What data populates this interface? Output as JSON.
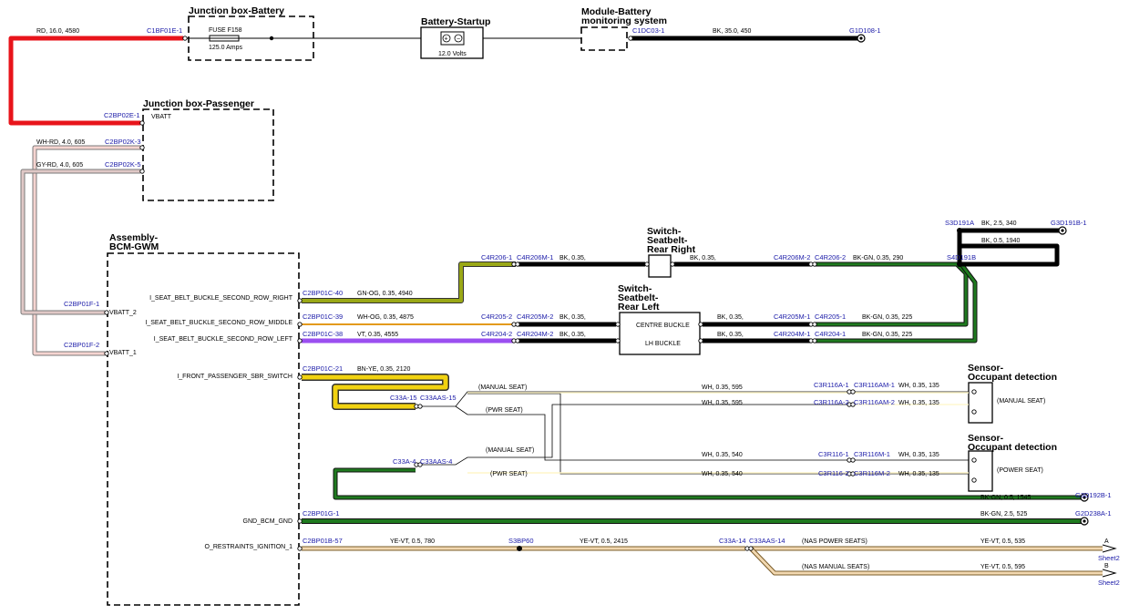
{
  "components": {
    "jb_battery": "Junction box-Battery",
    "battery": "Battery-Startup",
    "bms_1": "Module-Battery",
    "bms_2": "monitoring system",
    "jb_passenger": "Junction box-Passenger",
    "bcm_1": "Assembly-",
    "bcm_2": "BCM-GWM",
    "sw_rr_1": "Switch-",
    "sw_rr_2": "Seatbelt-",
    "sw_rr_3": "Rear Right",
    "sw_rl_1": "Switch-",
    "sw_rl_2": "Seatbelt-",
    "sw_rl_3": "Rear Left",
    "occ1_1": "Sensor-",
    "occ1_2": "Occupant detection",
    "occ2_1": "Sensor-",
    "occ2_2": "Occupant detection"
  },
  "internal": {
    "fuse_name": "FUSE F158",
    "fuse_rating": "125.0 Amps",
    "battery_volts": "12.0 Volts",
    "vbatt": "VBATT",
    "vbatt_2": "VBATT_2",
    "vbatt_1": "VBATT_1",
    "centre_buckle": "CENTRE BUCKLE",
    "lh_buckle": "LH BUCKLE",
    "manual_seat": "(MANUAL SEAT)",
    "power_seat": "(POWER SEAT)"
  },
  "bcm_pins": {
    "second_right": "I_SEAT_BELT_BUCKLE_SECOND_ROW_RIGHT",
    "second_middle": "I_SEAT_BELT_BUCKLE_SECOND_ROW_MIDDLE",
    "second_left": "I_SEAT_BELT_BUCKLE_SECOND_ROW_LEFT",
    "front_pass": "I_FRONT_PASSENGER_SBR_SWITCH",
    "gnd": "GND_BCM_GND",
    "ign": "O_RESTRAINTS_IGNITION_1"
  },
  "connectors": {
    "c1bf01e": "C1BF01E-1",
    "c1dc03": "C1DC03-1",
    "g1d108": "G1D108-1",
    "c2bp02e": "C2BP02E-1",
    "c2bp02k3": "C2BP02K-3",
    "c2bp02k5": "C2BP02K-5",
    "c2bp01f1": "C2BP01F-1",
    "c2bp01f2": "C2BP01F-2",
    "c2bp01c40": "C2BP01C-40",
    "c2bp01c39": "C2BP01C-39",
    "c2bp01c38": "C2BP01C-38",
    "c2bp01c21": "C2BP01C-21",
    "c2bp01g1": "C2BP01G-1",
    "c2bp01b57": "C2BP01B-57",
    "c4r206_1": "C4R206-1",
    "c4r206m_1": "C4R206M-1",
    "c4r206m_2": "C4R206M-2",
    "c4r206_2": "C4R206-2",
    "c4r205_2": "C4R205-2",
    "c4r205m_2": "C4R205M-2",
    "c4r205m_1": "C4R205M-1",
    "c4r205_1": "C4R205-1",
    "c4r204_2": "C4R204-2",
    "c4r204m_2": "C4R204M-2",
    "c4r204m_1": "C4R204M-1",
    "c4r204_1": "C4R204-1",
    "s3d191a": "S3D191A",
    "g3d191b": "G3D191B-1",
    "s4d191b": "S4D191B",
    "c33a15": "C33A-15",
    "c33aas15": "C33AAS-15",
    "c33a4": "C33A-4",
    "c33aas4": "C33AAS-4",
    "c3r116a1": "C3R116A-1",
    "c3r116am1": "C3R116AM-1",
    "c3r116a2": "C3R116A-2",
    "c3r116am2": "C3R116AM-2",
    "c3r116_1": "C3R116-1",
    "c3r116m_1": "C3R116M-1",
    "c3r116_2": "C3R116-2",
    "c3r116m_2": "C3R116M-2",
    "g3d192b": "G3D192B-1",
    "g2d238a": "G2D238A-1",
    "s3bp60": "S3BP60",
    "c33a14": "C33A-14",
    "c33aas14": "C33AAS-14"
  },
  "wires": {
    "rd_16": "RD,  16.0,  4580",
    "bk_35": "BK,  35.0,  450",
    "wh_rd": "WH-RD,  4.0,  605",
    "gy_rd": "GY-RD,  4.0,  605",
    "gn_og": "GN-OG,  0.35,  4940",
    "wh_og": "WH-OG,  0.35,  4875",
    "vt": "VT,  0.35,  4555",
    "bk_035_a": "BK,  0.35,",
    "bk_035_b": "BK,  0.35,",
    "bk_035_c": "BK,  0.35,",
    "bk_035_d": "BK,  0.35,",
    "bk_035_e": "BK,  0.35,",
    "bk_035_f": "BK,  0.35,",
    "bk_gn_290": "BK-GN,  0.35,  290",
    "bk_gn_225a": "BK-GN,  0.35,  225",
    "bk_gn_225b": "BK-GN,  0.35,  225",
    "bk_25_340": "BK,  2.5,  340",
    "bk_05_1940": "BK,  0.5,  1940",
    "bn_ye": "BN-YE,  0.35,  2120",
    "wh_595a": "WH,  0.35,  595",
    "wh_595b": "WH,  0.35,  595",
    "wh_135a": "WH,  0.35,  135",
    "wh_135b": "WH,  0.35,  135",
    "wh_540a": "WH,  0.35,  540",
    "wh_540b": "WH,  0.35,  540",
    "wh_135c": "WH,  0.35,  135",
    "wh_135d": "WH,  0.35,  135",
    "manual_seat_a": "(MANUAL SEAT)",
    "pwr_seat_a": "(PWR SEAT)",
    "manual_seat_b": "(MANUAL SEAT)",
    "pwr_seat_b": "(PWR SEAT)",
    "bk_gn_1545": "BK-GN,  0.5,  1545",
    "bk_gn_525": "BK-GN,  2.5,  525",
    "ye_vt_780": "YE-VT,  0.5,  780",
    "ye_vt_2415": "YE-VT,  0.5,  2415",
    "nas_power": "(NAS POWER SEATS)",
    "nas_manual": "(NAS MANUAL SEATS)",
    "ye_vt_535": "YE-VT,  0.5,  535",
    "ye_vt_595": "YE-VT,  0.5,  595"
  },
  "offsheet": {
    "a_letter": "A",
    "a_sheet": "Sheet2",
    "b_letter": "B",
    "b_sheet": "Sheet2"
  },
  "colors": {
    "red": "#e8141b",
    "black": "#000000",
    "green": "#1f7a1f",
    "olive": "#9aa816",
    "orange": "#e39a1c",
    "violet": "#9b4ff0",
    "yellow": "#f1d210",
    "wire_outline": "#6d6d6d",
    "connector_text": "#1a1aa8"
  }
}
